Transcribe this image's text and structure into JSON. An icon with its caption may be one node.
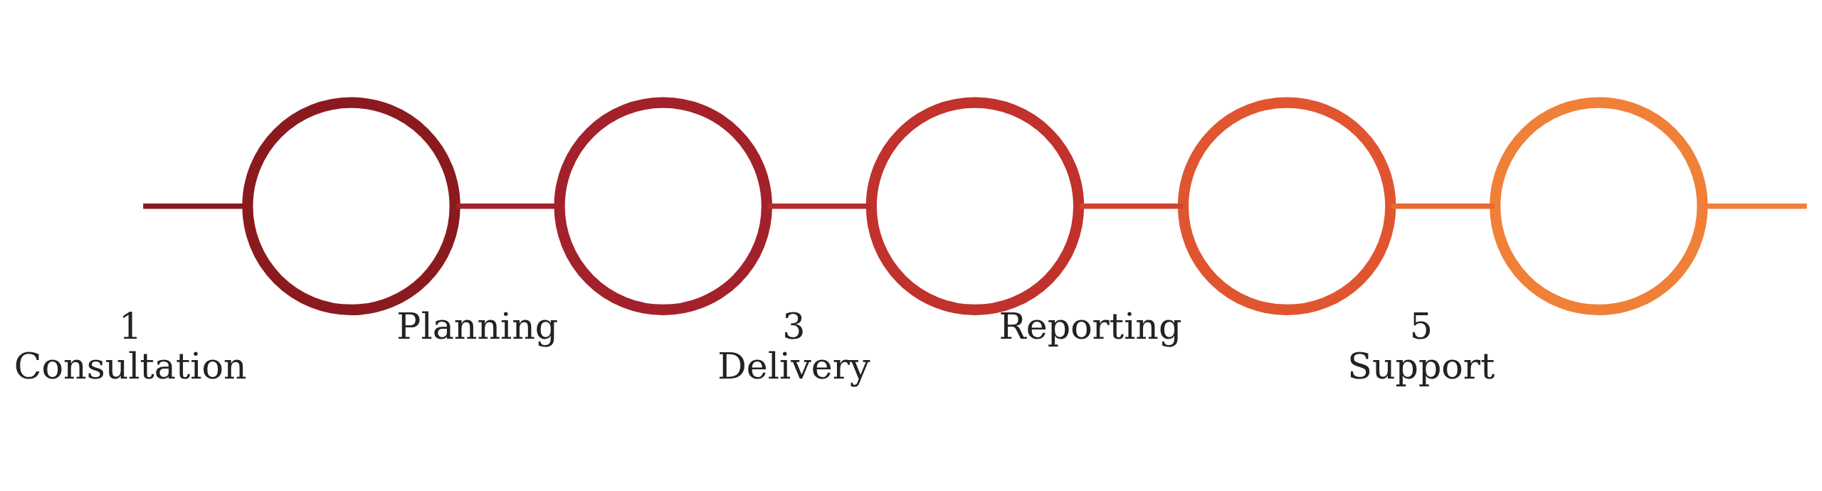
{
  "diagram": {
    "nodes": [
      {
        "text": [],
        "shape": "circle",
        "beside": [
          "1",
          "Consultation"
        ]
      },
      {
        "text": [],
        "shape": "circle",
        "beside": [
          "Planning"
        ]
      },
      {
        "text": [],
        "shape": "circle",
        "beside": [
          "3",
          "Delivery"
        ]
      },
      {
        "text": [],
        "shape": "circle",
        "beside": [
          "Reporting"
        ]
      },
      {
        "text": [],
        "shape": "circle",
        "beside": [
          "5",
          "Support"
        ]
      }
    ],
    "edges": [
      {
        "from": null,
        "to": 0,
        "arrow": "none",
        "color": "#8b1a1f"
      },
      {
        "from": 0,
        "to": 1,
        "arrow": "none",
        "color": "#a3212a"
      },
      {
        "from": 1,
        "to": 2,
        "arrow": "none",
        "color": "#b52a2a"
      },
      {
        "from": 2,
        "to": 3,
        "arrow": "none",
        "color": "#d0442d"
      },
      {
        "from": 3,
        "to": 4,
        "arrow": "none",
        "color": "#e86a33"
      },
      {
        "from": 4,
        "to": null,
        "arrow": "none",
        "color": "#f08038"
      }
    ]
  }
}
